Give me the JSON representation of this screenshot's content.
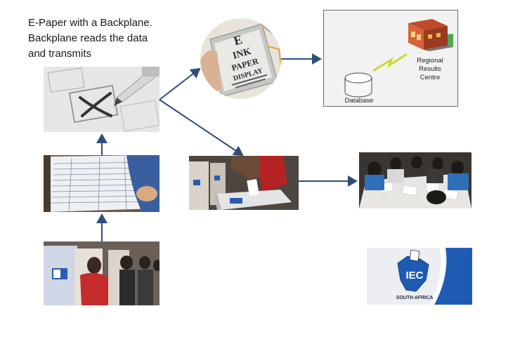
{
  "caption": {
    "line1": "E-Paper with a Backplane.",
    "line2": "Backplane reads the data",
    "line3": "and transmits"
  },
  "epaper_display": {
    "line1": "E",
    "line2": "INK",
    "line3": "PAPER",
    "line4": "DISPLAY"
  },
  "system_box": {
    "database_label": "Database",
    "centre_label_line1": "Regional",
    "centre_label_line2": "Results",
    "centre_label_line3": "Centre"
  },
  "iec_logo": {
    "acronym": "IEC",
    "country": "SOUTH AFRICA"
  },
  "colors": {
    "arrow": "#2e4d7a",
    "iec_blue": "#1f5bb5",
    "box_border": "#6b6b6b",
    "lightning": "#c9d92c"
  }
}
